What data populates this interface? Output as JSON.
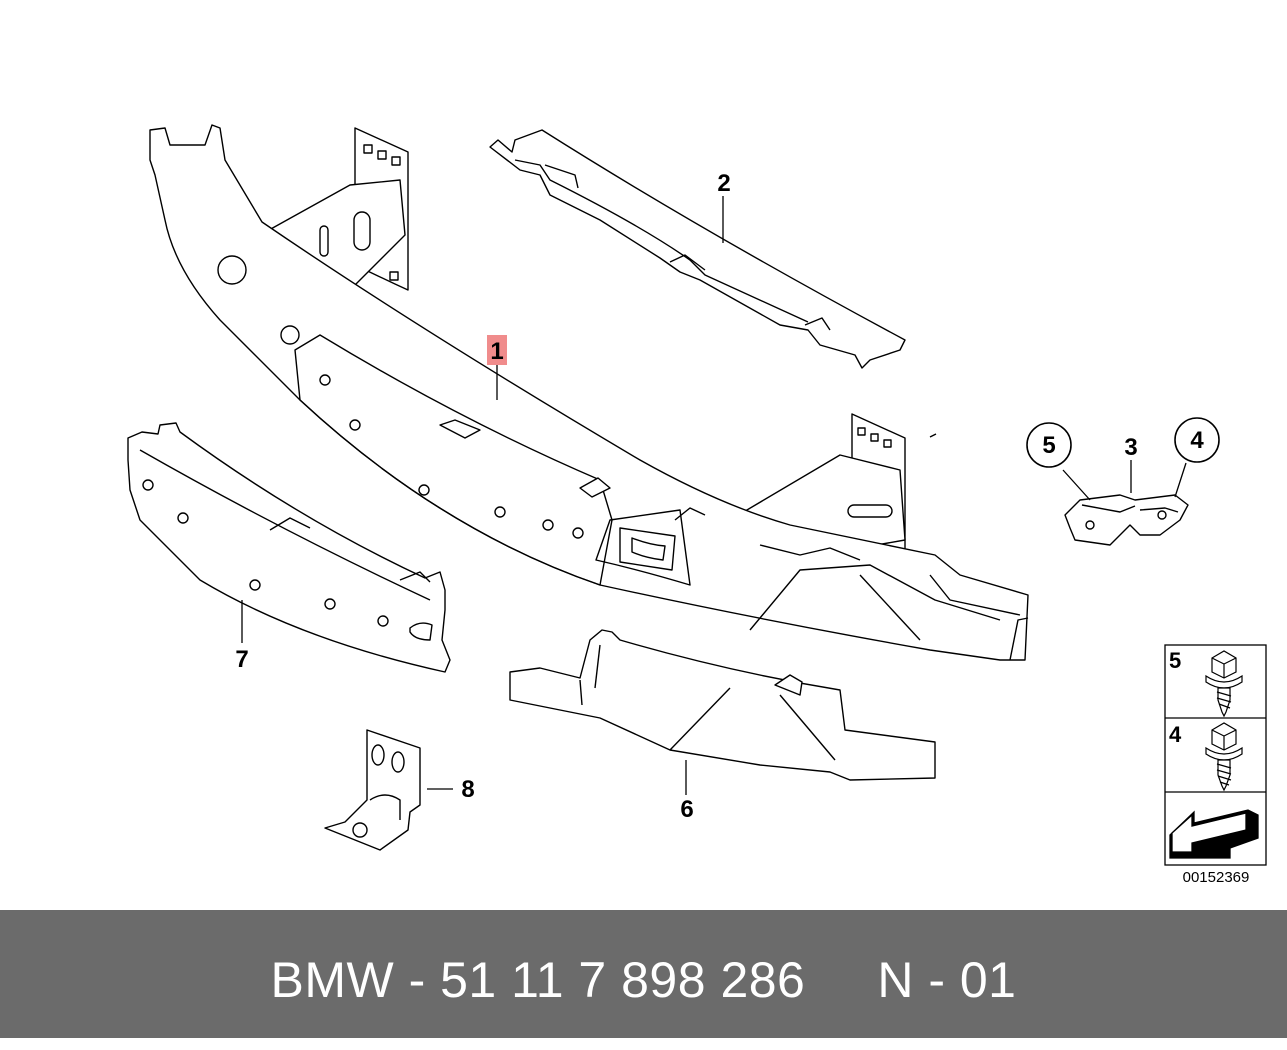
{
  "diagram": {
    "callouts": [
      {
        "id": "part-1",
        "label": "1",
        "highlight": "#f08c8c"
      },
      {
        "id": "part-2",
        "label": "2"
      },
      {
        "id": "part-3",
        "label": "3"
      },
      {
        "id": "part-4",
        "label": "4",
        "circled": true
      },
      {
        "id": "part-5",
        "label": "5",
        "circled": true
      },
      {
        "id": "part-6",
        "label": "6"
      },
      {
        "id": "part-7",
        "label": "7"
      },
      {
        "id": "part-8",
        "label": "8"
      }
    ],
    "legend": {
      "items": [
        {
          "label": "5",
          "icon": "hex-flange-screw-icon"
        },
        {
          "label": "4",
          "icon": "hex-flange-screw-icon"
        },
        {
          "label": "",
          "icon": "direction-arrow-icon"
        }
      ]
    },
    "diagram_number": "00152369"
  },
  "footer": {
    "text": "BMW - 51 11 7 898 286     N - 01",
    "background": "#6b6b6b",
    "color": "#ffffff"
  }
}
